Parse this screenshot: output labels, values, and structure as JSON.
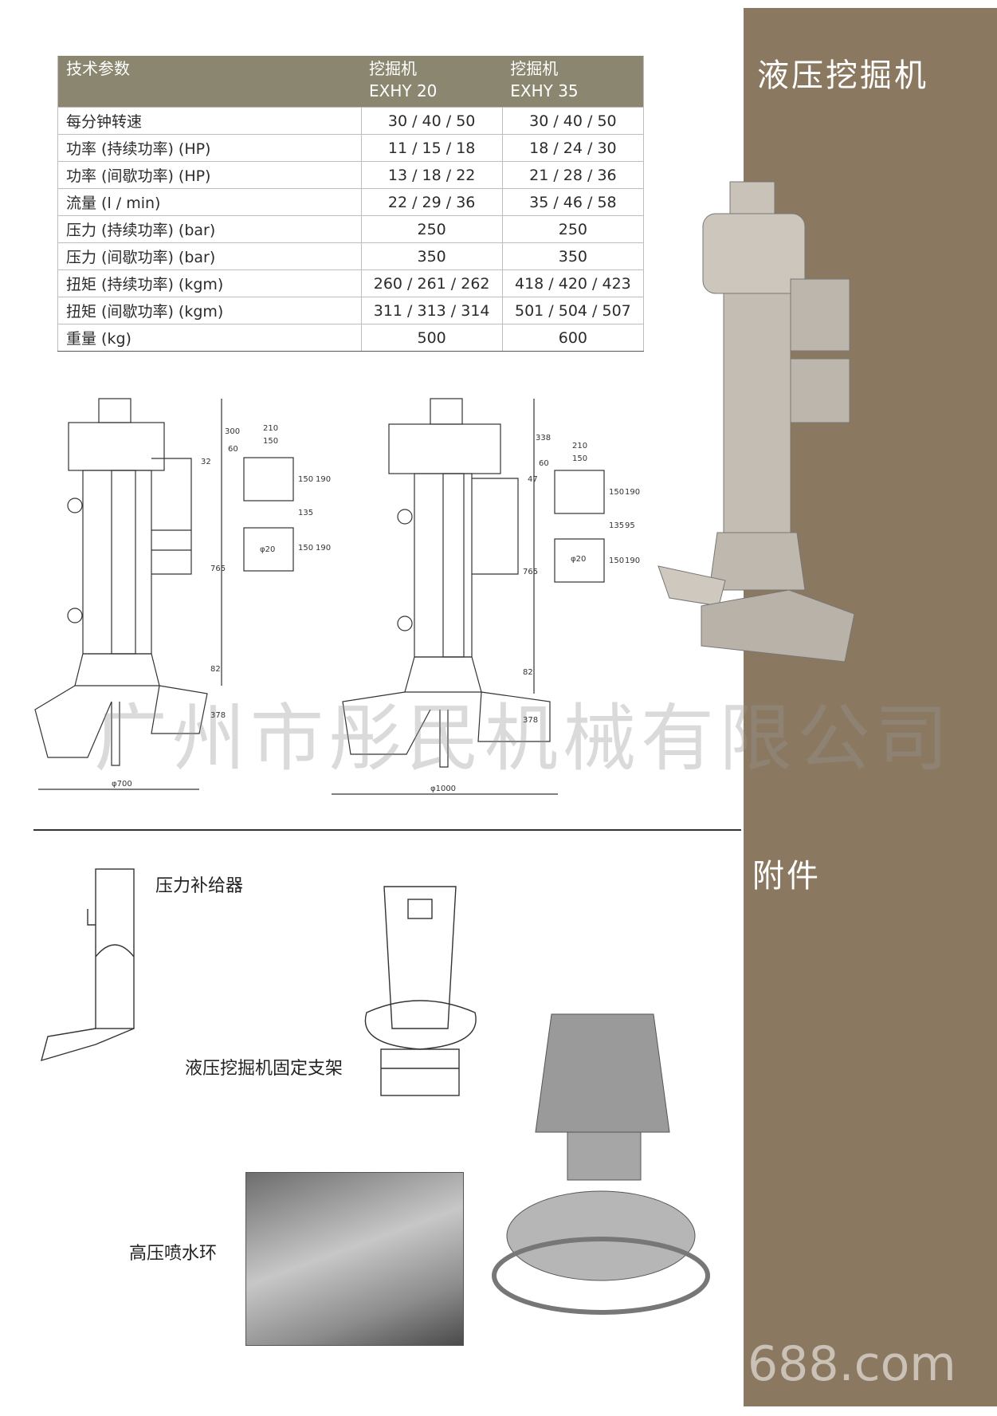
{
  "sidebar": {
    "title": "液压挖掘机",
    "accessories_title": "附件"
  },
  "spec_table": {
    "header": {
      "label": "技术参数",
      "col1": "挖掘机\nEXHY 20",
      "col2": "挖掘机\nEXHY 35"
    },
    "rows": [
      {
        "label": "每分钟转速",
        "v1": "30 / 40 / 50",
        "v2": "30 / 40 / 50"
      },
      {
        "label": "功率 (持续功率) (HP)",
        "v1": "11 / 15 / 18",
        "v2": "18 / 24 / 30"
      },
      {
        "label": "功率 (间歇功率) (HP)",
        "v1": "13 / 18 / 22",
        "v2": "21 / 28 / 36"
      },
      {
        "label": "流量 (l / min)",
        "v1": "22 / 29 / 36",
        "v2": "35 / 46 / 58"
      },
      {
        "label": "压力 (持续功率) (bar)",
        "v1": "250",
        "v2": "250"
      },
      {
        "label": "压力 (间歇功率) (bar)",
        "v1": "350",
        "v2": "350"
      },
      {
        "label": "扭矩 (持续功率) (kgm)",
        "v1": "260 / 261 / 262",
        "v2": "418 / 420 / 423"
      },
      {
        "label": "扭矩 (间歇功率) (kgm)",
        "v1": "311 / 313 / 314",
        "v2": "501 / 504 / 507"
      },
      {
        "label": "重量 (kg)",
        "v1": "500",
        "v2": "600"
      }
    ]
  },
  "drawing_dims": {
    "left": {
      "top": "300",
      "w210": "210",
      "w150": "150",
      "d60": "60",
      "d32": "32",
      "h150": "150",
      "h190": "190",
      "h135": "135",
      "h150b": "150",
      "h190b": "190",
      "hole": "φ20",
      "length": "765",
      "d82": "82",
      "d378": "378",
      "dia": "φ700"
    },
    "right": {
      "top": "338",
      "w210": "210",
      "w150": "150",
      "d60": "60",
      "d47": "47",
      "h150": "150",
      "h190": "190",
      "h135": "135",
      "h95": "95",
      "h150b": "150",
      "h190b": "190",
      "hole": "φ20",
      "length": "765",
      "d82": "82",
      "d378": "378",
      "dia": "φ1000"
    }
  },
  "accessories": {
    "pressure_feeder": "压力补给器",
    "fixed_bracket": "液压挖掘机固定支架",
    "water_ring": "高压喷水环"
  },
  "watermark": "广州市彤民机械有限公司",
  "watermark_url": "688.com"
}
